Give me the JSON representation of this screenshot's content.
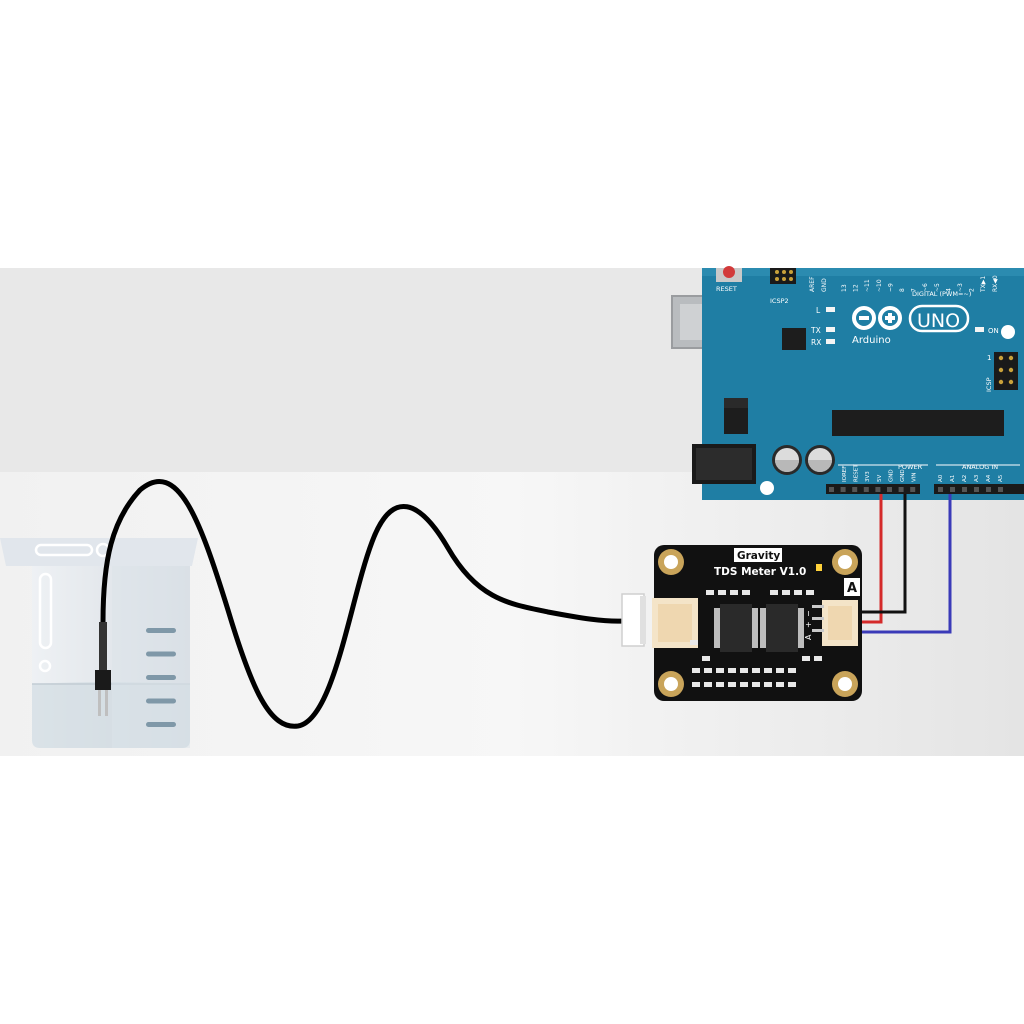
{
  "arduino": {
    "reset_label": "RESET",
    "icsp2_label": "ICSP2",
    "aref_label": "AREF",
    "gnd_top_label": "GND",
    "digital_pins": [
      "13",
      "12",
      "~11",
      "~10",
      "~9",
      "8",
      "7",
      "~6",
      "~5",
      "4",
      "~3",
      "2",
      "TX▶1",
      "RX◀0"
    ],
    "digital_label": "DIGITAL (PWM=~)",
    "led_l_label": "L",
    "tx_label": "TX",
    "rx_label": "RX",
    "brand_label": "Arduino",
    "model_label": "UNO",
    "on_label": "ON",
    "icsp_label": "ICSP",
    "icsp_pin1_label": "1",
    "power_label": "POWER",
    "analog_label": "ANALOG IN",
    "power_pins": [
      "IOREF",
      "RESET",
      "3V3",
      "5V",
      "GND",
      "GND",
      "VIN"
    ],
    "analog_pins": [
      "A0",
      "A1",
      "A2",
      "A3",
      "A4",
      "A5"
    ],
    "board_color": "#1f7ea4"
  },
  "tds_module": {
    "brand_label": "Gravity",
    "title_label": "TDS Meter V1.0",
    "signal_type_label": "A",
    "pin_labels": [
      "A",
      "+",
      "−"
    ],
    "board_color": "#111111"
  },
  "wiring": {
    "vcc_wire_color": "#d42a2a",
    "gnd_wire_color": "#111111",
    "signal_wire_color": "#3a3ab8",
    "probe_cable_color": "#000000"
  },
  "beaker": {
    "glass_color": "#e3e8ee"
  }
}
